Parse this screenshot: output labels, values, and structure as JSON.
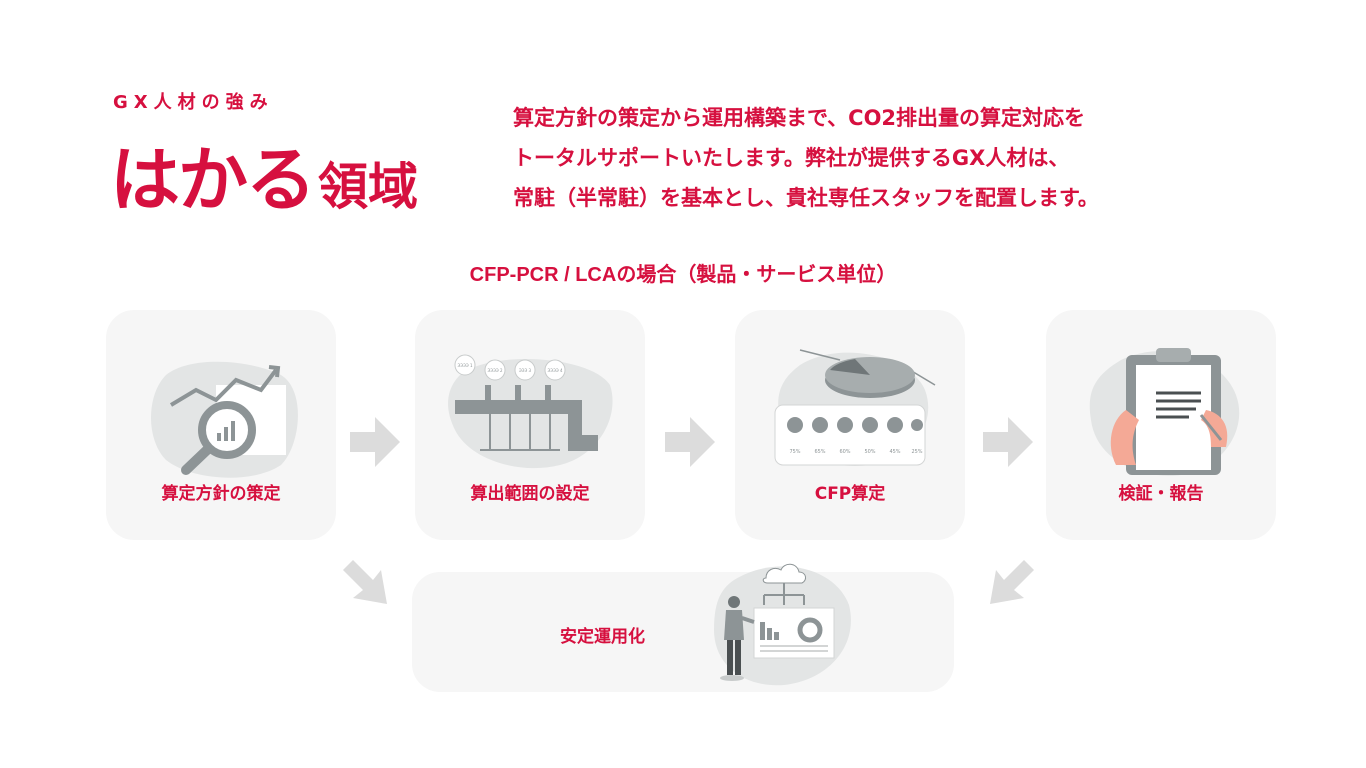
{
  "header": {
    "eyebrow": "GX人材の強み",
    "title_main": "はかる",
    "title_suffix": "領域"
  },
  "description": {
    "lines": [
      "算定方針の策定から運用構築まで、CO2排出量の算定対応を",
      "トータルサポートいたします。弊社が提供するGX人材は、",
      "常駐（半常駐）を基本とし、貴社専任スタッフを配置します。"
    ]
  },
  "subtitle": "CFP-PCR / LCAの場合（製品・サービス単位）",
  "steps": [
    {
      "label": "算定方針の策定",
      "icon": "magnifier-chart-icon"
    },
    {
      "label": "算出範囲の設定",
      "icon": "pipeline-icon"
    },
    {
      "label": "CFP算定",
      "icon": "pie-chart-dashboard-icon"
    },
    {
      "label": "検証・報告",
      "icon": "clipboard-icon"
    }
  ],
  "final_step": {
    "label": "安定運用化",
    "icon": "presenter-cloud-icon"
  },
  "illustration_text": {
    "pipeline_bulbs": [
      "ЭЭЭЭ 1",
      "ЭЭЭЭ 2",
      "ЭЭЭ 3",
      "ЭЭЭЭ 4"
    ],
    "gauge_percents": [
      "75%",
      "65%",
      "60%",
      "50%",
      "45%",
      "25%"
    ]
  },
  "colors": {
    "accent": "#d6103f",
    "card_bg": "#f6f6f6",
    "arrow": "#dcdcdc",
    "illus_dark": "#8d9496",
    "illus_light": "#e3e5e5"
  }
}
